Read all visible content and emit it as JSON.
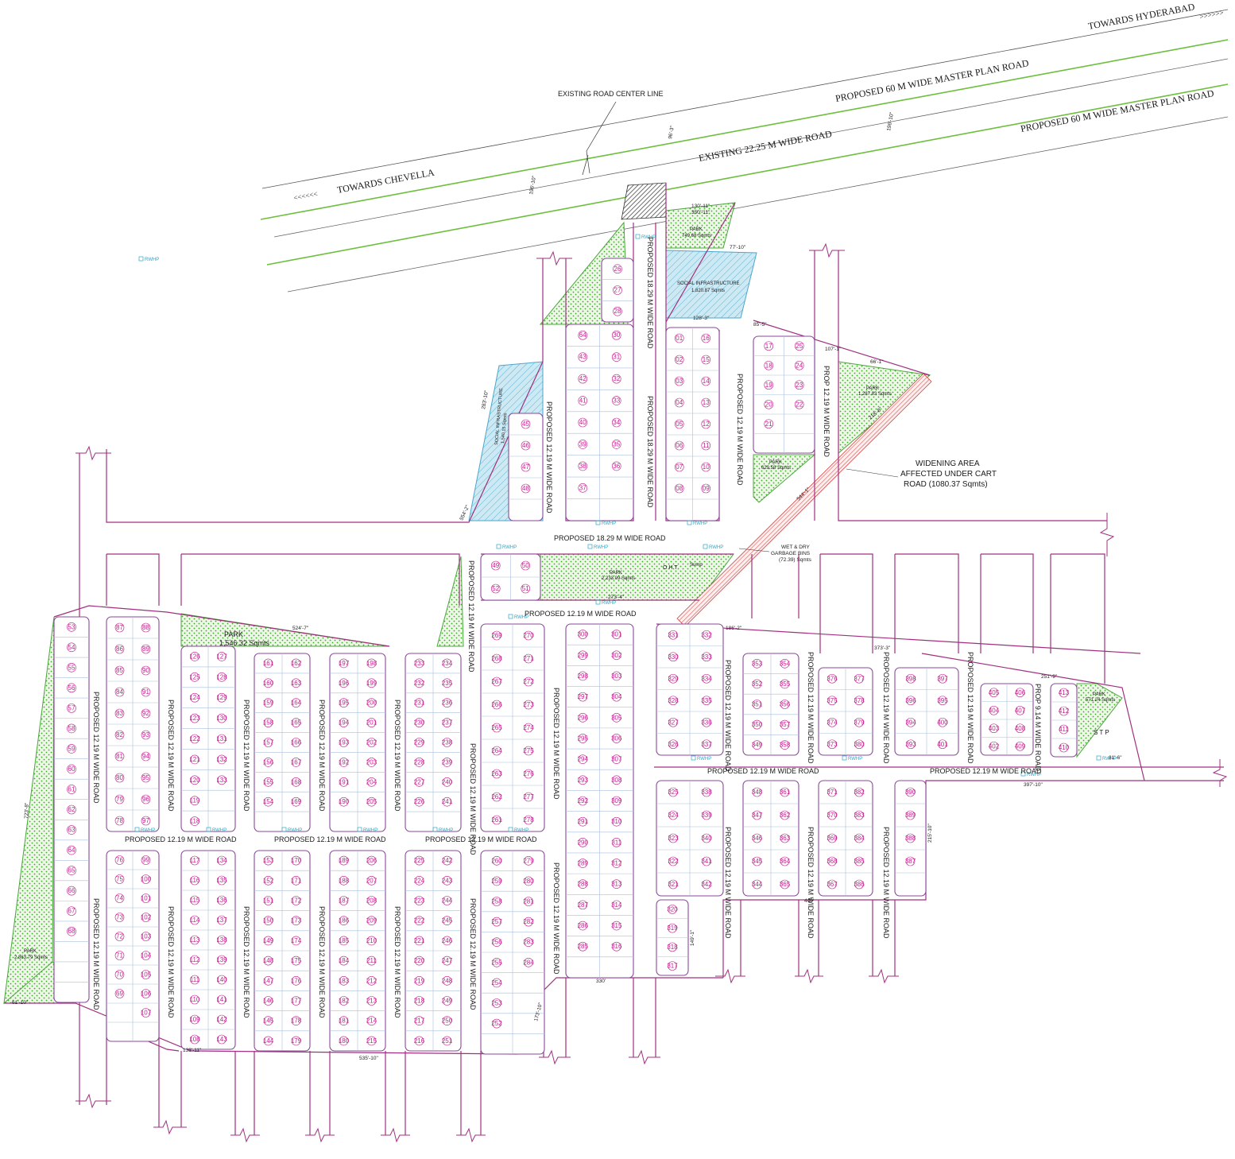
{
  "colors": {
    "road_line": "#a0307f",
    "green_line": "#6cbf3c",
    "gray_line": "#888888",
    "park_fill": "#e9f7e2",
    "park_dot": "#3ea82a",
    "social_fill": "#c9e8f2",
    "social_line": "#4aa7cc",
    "plot_line": "#8a4a9a",
    "grid_line": "#9fb8d8",
    "rwhp": "#2aa7c9"
  },
  "top_roads": {
    "towards_chevella": "TOWARDS CHEVELLA",
    "towards_hyderabad": "TOWARDS HYDERABAD",
    "existing_center": "EXISTING  ROAD CENTER LINE",
    "master_plan_north": "PROPOSED  60 M WIDE MASTER PLAN ROAD",
    "master_plan_south": "PROPOSED  60 M WIDE MASTER PLAN ROAD",
    "existing_road": "EXISTING 22.25 M WIDE ROAD",
    "arrows_left": "<<<<<<",
    "arrows_right": ">>>>>>"
  },
  "roads": {
    "r1829_vertical": "PROPOSED 18.29 M WIDE ROAD",
    "r1829_vertical_b": "PROPOSED 18.29 M WIDE ROAD",
    "r1829_horizontal": "PROPOSED 18.29 M WIDE ROAD",
    "r1219": "PROPOSED 12.19  M WIDE ROAD",
    "r1219_short": "PROPOSED 12.19  M WIDE ROAD",
    "prop_914": "PROP 9.14 M WIDE ROAD",
    "prop_1219_short": "PROP 12.19 M WIDE ROAD"
  },
  "notes": {
    "widening_1": "WIDENING AREA",
    "widening_2": "AFFECTED UNDER CART",
    "widening_3": "ROAD (1080.37 Sqmts)",
    "garbage_1": "WET & DRY",
    "garbage_2": "GARBAGE BINS",
    "garbage_3": "(72.39) Sqmts",
    "oht": "O H T",
    "sump": "Sump",
    "stp": "S T P"
  },
  "parks": [
    {
      "name": "PARK",
      "area": "749.68 Sqmts"
    },
    {
      "name": "SOCIAL INFRASTRUCTURE",
      "area": "1,820.87 Sqmts"
    },
    {
      "name": "PARK",
      "area": "1,287.83 Sqmts"
    },
    {
      "name": "PARK",
      "area": "629.58 Sqmts"
    },
    {
      "name": "PARK",
      "area": "2,233.09 Sqmts"
    },
    {
      "name": "PARK",
      "area": "1,546.32 Sqmts"
    },
    {
      "name": "PARK",
      "area": "571.24 Sqmts"
    },
    {
      "name": "PARK",
      "area": "2,863.79 Sqmts"
    },
    {
      "name": "SOCIAL INFRASTRUCTURE",
      "area": "1,540.15 Sqmts"
    }
  ],
  "dims": {
    "d1": "196'-10\"",
    "d2": "196'-10\"",
    "d3": "96'-3\"",
    "d4": "130'-11\"",
    "d5": "350'-11\"",
    "d6": "77'-10\"",
    "d7": "128'-3\"",
    "d8": "85'-5\"",
    "d9": "107'-1\"",
    "d10": "66'-1\"",
    "d11": "218'-8\"",
    "d12": "524'-7\"",
    "d13": "273'-4\"",
    "d14": "186'-2\"",
    "d15": "373'-3\"",
    "d16": "251'-9\"",
    "d17": "397'-10\"",
    "d18": "330'",
    "d19": "535'-10\"",
    "d20": "440'",
    "d21": "723'-8\"",
    "d22": "61'-10\"",
    "d23": "133'-11\"",
    "d24": "215'-10\"",
    "d25": "544'-1\"",
    "d26": "81'-6\"",
    "d27": "283'-10\"",
    "d28": "554'-2\"",
    "d29": "149'-1\"",
    "d30": "173'-10\""
  },
  "rwhp": "RWHP"
}
